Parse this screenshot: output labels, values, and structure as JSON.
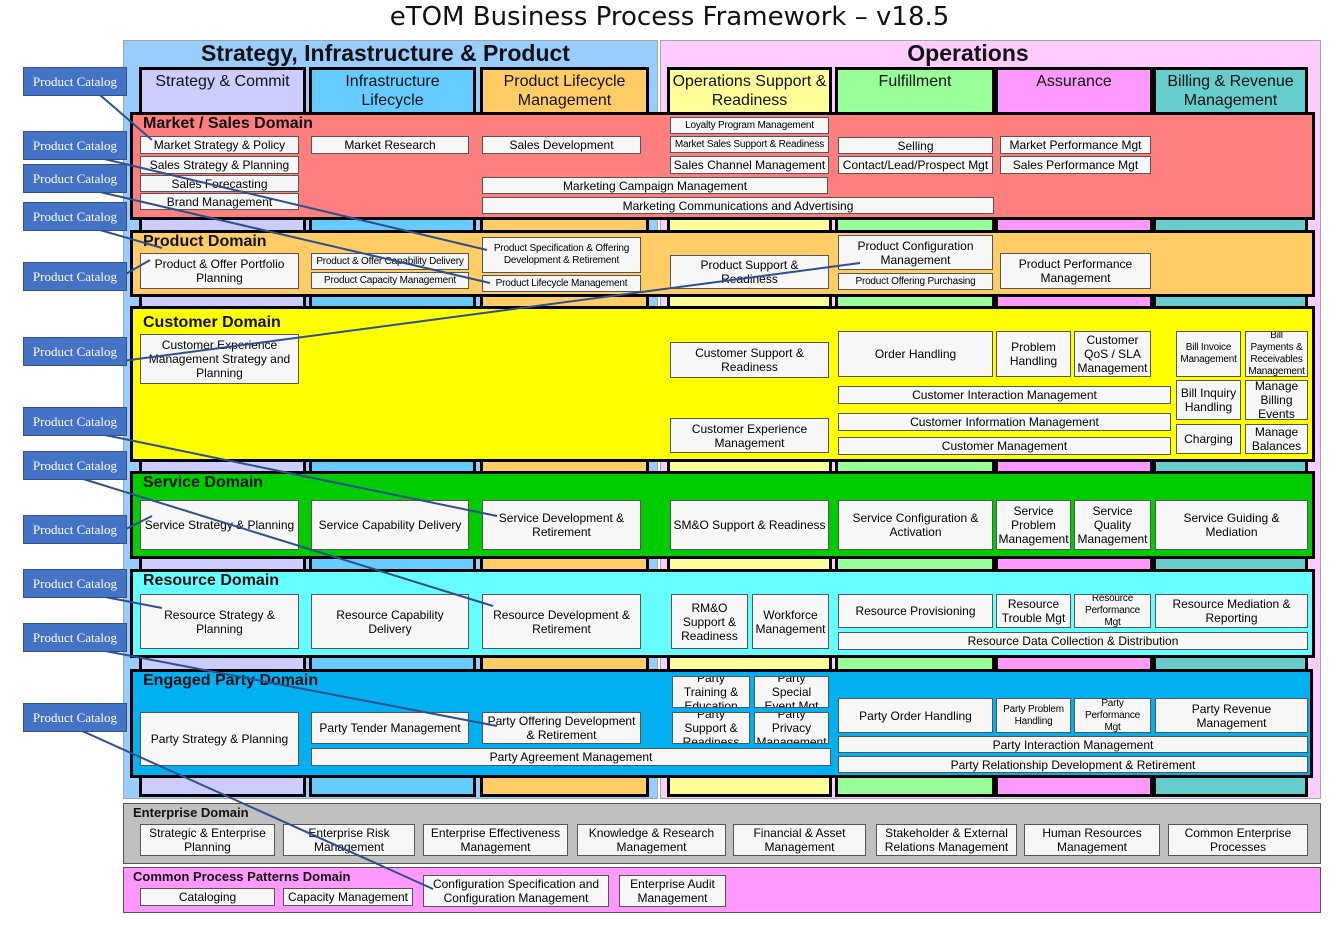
{
  "title": "eTOM Business Process Framework – v18.5",
  "panels": {
    "sip": "Strategy, Infrastructure & Product",
    "ops": "Operations"
  },
  "columns": {
    "strategy": "Strategy & Commit",
    "infra": "Infrastructure Lifecycle Management",
    "plm": "Product Lifecycle Management",
    "osr": "Operations Support & Readiness",
    "fulfil": "Fulfillment",
    "assure": "Assurance",
    "billing": "Billing & Revenue Management"
  },
  "colors": {
    "sip_panel": "#99ccff",
    "ops_panel": "#ffccff",
    "strategy": "#ccccff",
    "infra": "#66ccff",
    "plm": "#ffcc66",
    "osr": "#ffff99",
    "fulfil": "#99ff99",
    "assure": "#ff99ff",
    "billing": "#66cccc",
    "market": "#ff7f7f",
    "product": "#ffcc66",
    "customer": "#ffff00",
    "service": "#00cc00",
    "resource": "#66ffff",
    "party": "#00b0f0",
    "enterprise": "#c0c0c0",
    "common": "#ff99ff",
    "catalog": "#4472c4",
    "connector": "#2f4f8f"
  },
  "domains": {
    "market": {
      "title": "Market / Sales Domain",
      "boxes": [
        "Market Strategy & Policy",
        "Sales Strategy & Planning",
        "Sales Forecasting",
        "Brand Management",
        "Market Research",
        "Sales Development",
        "Loyalty Program Management",
        "Market Sales Support & Readiness",
        "Sales Channel Management",
        "Marketing Campaign Management",
        "Marketing Communications and Advertising",
        "Selling",
        "Contact/Lead/Prospect Mgt",
        "Market Performance Mgt",
        "Sales Performance Mgt"
      ]
    },
    "product": {
      "title": "Product Domain",
      "boxes": [
        "Product & Offer Portfolio Planning",
        "Product & Offer Capability Delivery",
        "Product Capacity Management",
        "Product Specification & Offering Development & Retirement",
        "Product Lifecycle Management",
        "Product Support & Readiness",
        "Product Configuration Management",
        "Product Offering Purchasing",
        "Product Performance Management"
      ]
    },
    "customer": {
      "title": "Customer Domain",
      "boxes": [
        "Customer Experience Management Strategy and Planning",
        "Customer Support & Readiness",
        "Customer Experience Management",
        "Order Handling",
        "Problem Handling",
        "Customer QoS / SLA Management",
        "Customer Interaction Management",
        "Customer Information Management",
        "Customer Management",
        "Bill Invoice Management",
        "Bill Payments & Receivables Management",
        "Bill Inquiry Handling",
        "Manage Billing Events",
        "Charging",
        "Manage Balances"
      ]
    },
    "service": {
      "title": "Service Domain",
      "boxes": [
        "Service Strategy & Planning",
        "Service Capability Delivery",
        "Service Development & Retirement",
        "SM&O Support & Readiness",
        "Service Configuration & Activation",
        "Service Problem Management",
        "Service Quality Management",
        "Service Guiding & Mediation"
      ]
    },
    "resource": {
      "title": "Resource Domain",
      "boxes": [
        "Resource Strategy & Planning",
        "Resource Capability Delivery",
        "Resource  Development & Retirement",
        "RM&O Support & Readiness",
        "Workforce Management",
        "Resource Provisioning",
        "Resource Trouble Mgt",
        "Resource Performance Mgt",
        "Resource Mediation & Reporting",
        "Resource Data Collection & Distribution"
      ]
    },
    "party": {
      "title": "Engaged Party Domain",
      "boxes": [
        "Party Strategy & Planning",
        "Party Tender Management",
        "Party Offering Development & Retirement",
        "Party Agreement Management",
        "Party Training & Education",
        "Party Special Event Mgt",
        "Party Support & Readiness",
        "Party Privacy Management",
        "Party Order Handling",
        "Party Problem Handling",
        "Party Performance Mgt",
        "Party Revenue Management",
        "Party Interaction Management",
        "Party Relationship Development & Retirement"
      ]
    },
    "enterprise": {
      "title": "Enterprise Domain",
      "boxes": [
        "Strategic & Enterprise Planning",
        "Enterprise Risk Management",
        "Enterprise Effectiveness Management",
        "Knowledge & Research Management",
        "Financial & Asset Management",
        "Stakeholder & External Relations Management",
        "Human Resources Management",
        "Common Enterprise Processes"
      ]
    },
    "common": {
      "title": "Common Process Patterns Domain",
      "boxes": [
        "Cataloging",
        "Capacity Management",
        "Configuration Specification and Configuration Management",
        "Enterprise Audit Management"
      ]
    }
  },
  "callouts": [
    "Product Catalog",
    "Product Catalog",
    "Product Catalog",
    "Product Catalog",
    "Product Catalog",
    "Product Catalog",
    "Product Catalog",
    "Product Catalog",
    "Product Catalog",
    "Product Catalog",
    "Product Catalog",
    "Product Catalog"
  ]
}
